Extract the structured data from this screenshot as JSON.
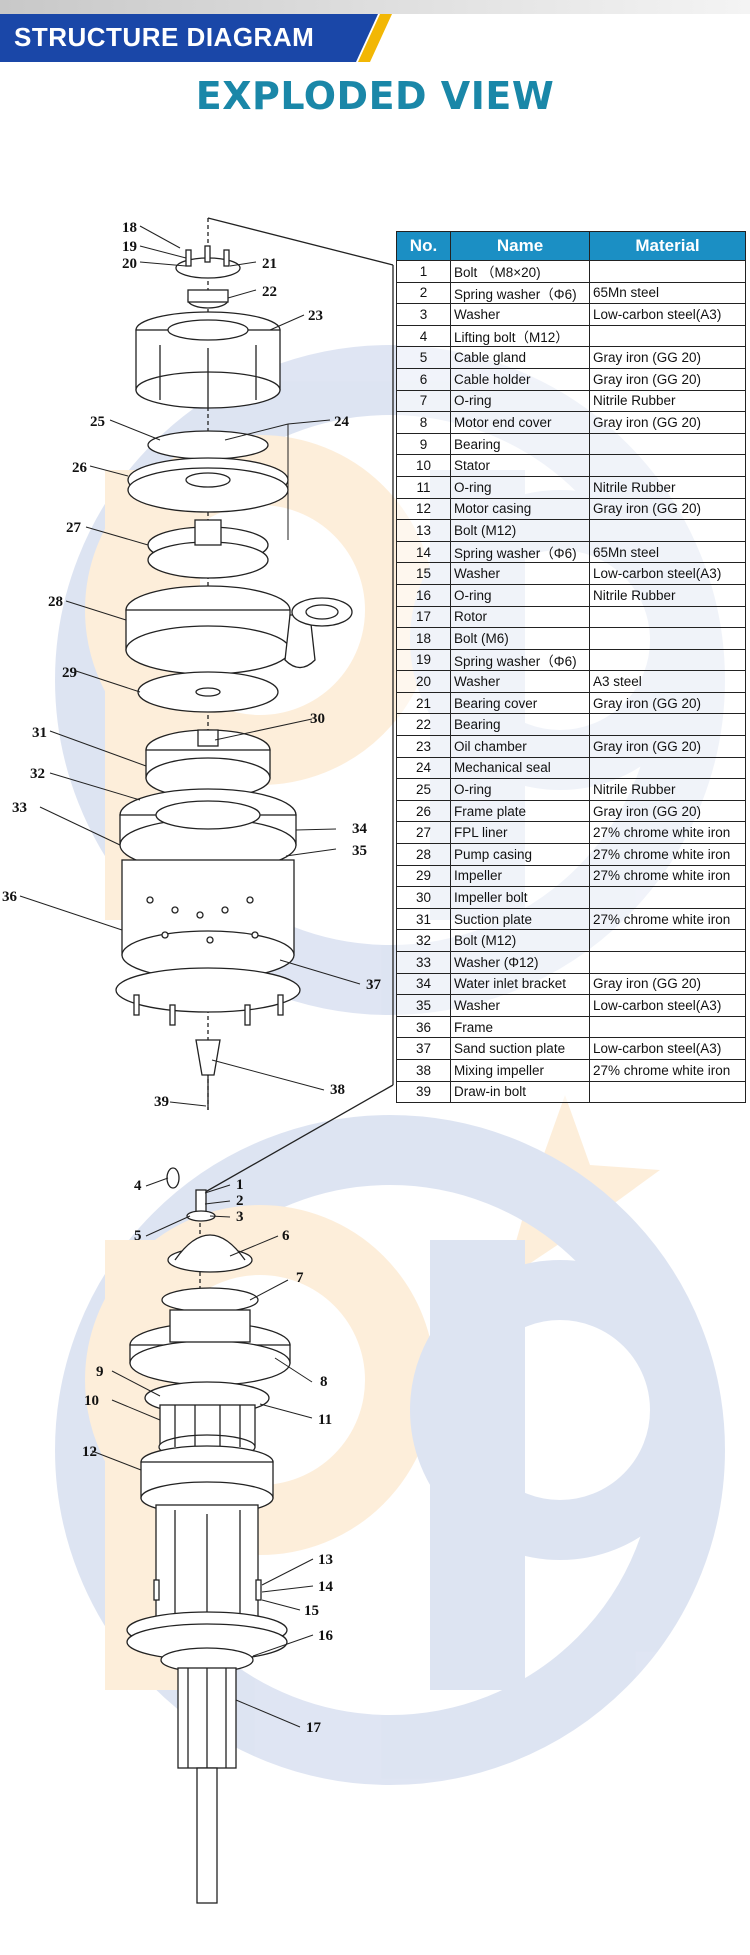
{
  "banner": {
    "label": "STRUCTURE DIAGRAM"
  },
  "title": "EXPLODED VIEW",
  "colors": {
    "banner": "#1a47a8",
    "title": "#1a87a8",
    "table_header": "#1b8fc4"
  },
  "table": {
    "headers": [
      "No.",
      "Name",
      "Material"
    ],
    "rows": [
      {
        "no": "1",
        "name": "Bolt （M8×20)",
        "material": ""
      },
      {
        "no": "2",
        "name": "Spring washer（Φ6)",
        "material": "65Mn steel"
      },
      {
        "no": "3",
        "name": "Washer",
        "material": "Low-carbon steel(A3)"
      },
      {
        "no": "4",
        "name": "Lifting bolt（M12）",
        "material": ""
      },
      {
        "no": "5",
        "name": "Cable gland",
        "material": "Gray iron (GG 20)"
      },
      {
        "no": "6",
        "name": "Cable holder",
        "material": "Gray iron (GG 20)"
      },
      {
        "no": "7",
        "name": "O-ring",
        "material": "Nitrile Rubber"
      },
      {
        "no": "8",
        "name": "Motor end cover",
        "material": "Gray iron (GG 20)"
      },
      {
        "no": "9",
        "name": "Bearing",
        "material": ""
      },
      {
        "no": "10",
        "name": "Stator",
        "material": ""
      },
      {
        "no": "11",
        "name": "O-ring",
        "material": "Nitrile Rubber"
      },
      {
        "no": "12",
        "name": "Motor casing",
        "material": "Gray iron (GG 20)"
      },
      {
        "no": "13",
        "name": "Bolt (M12)",
        "material": ""
      },
      {
        "no": "14",
        "name": "Spring washer（Φ6)",
        "material": "65Mn steel"
      },
      {
        "no": "15",
        "name": "Washer",
        "material": "Low-carbon steel(A3)"
      },
      {
        "no": "16",
        "name": "O-ring",
        "material": "Nitrile Rubber"
      },
      {
        "no": "17",
        "name": "Rotor",
        "material": ""
      },
      {
        "no": "18",
        "name": "Bolt (M6)",
        "material": ""
      },
      {
        "no": "19",
        "name": "Spring washer（Φ6)",
        "material": ""
      },
      {
        "no": "20",
        "name": "Washer",
        "material": "A3 steel"
      },
      {
        "no": "21",
        "name": "Bearing cover",
        "material": "Gray iron (GG 20)"
      },
      {
        "no": "22",
        "name": "Bearing",
        "material": ""
      },
      {
        "no": "23",
        "name": "Oil chamber",
        "material": "Gray iron (GG 20)"
      },
      {
        "no": "24",
        "name": "Mechanical seal",
        "material": ""
      },
      {
        "no": "25",
        "name": "O-ring",
        "material": "Nitrile Rubber"
      },
      {
        "no": "26",
        "name": "Frame plate",
        "material": "Gray iron (GG 20)"
      },
      {
        "no": "27",
        "name": "FPL liner",
        "material": "27% chrome white iron"
      },
      {
        "no": "28",
        "name": "Pump casing",
        "material": "27% chrome white iron"
      },
      {
        "no": "29",
        "name": "Impeller",
        "material": "27% chrome white iron"
      },
      {
        "no": "30",
        "name": "Impeller bolt",
        "material": ""
      },
      {
        "no": "31",
        "name": "Suction plate",
        "material": "27% chrome white iron"
      },
      {
        "no": "32",
        "name": "Bolt (M12)",
        "material": ""
      },
      {
        "no": "33",
        "name": "Washer (Φ12)",
        "material": ""
      },
      {
        "no": "34",
        "name": "Water inlet bracket",
        "material": "Gray iron (GG 20)"
      },
      {
        "no": "35",
        "name": "Washer",
        "material": "Low-carbon steel(A3)"
      },
      {
        "no": "36",
        "name": "Frame",
        "material": ""
      },
      {
        "no": "37",
        "name": "Sand suction plate",
        "material": "Low-carbon steel(A3)"
      },
      {
        "no": "38",
        "name": "Mixing impeller",
        "material": "27% chrome white iron"
      },
      {
        "no": "39",
        "name": "Draw-in bolt",
        "material": ""
      }
    ]
  },
  "callouts": {
    "n1": "1",
    "n2": "2",
    "n3": "3",
    "n4": "4",
    "n5": "5",
    "n6": "6",
    "n7": "7",
    "n8": "8",
    "n9": "9",
    "n10": "10",
    "n11": "11",
    "n12": "12",
    "n13": "13",
    "n14": "14",
    "n15": "15",
    "n16": "16",
    "n17": "17",
    "n18": "18",
    "n19": "19",
    "n20": "20",
    "n21": "21",
    "n22": "22",
    "n23": "23",
    "n24": "24",
    "n25": "25",
    "n26": "26",
    "n27": "27",
    "n28": "28",
    "n29": "29",
    "n30": "30",
    "n31": "31",
    "n32": "32",
    "n33": "33",
    "n34": "34",
    "n35": "35",
    "n36": "36",
    "n37": "37",
    "n38": "38",
    "n39": "39"
  }
}
